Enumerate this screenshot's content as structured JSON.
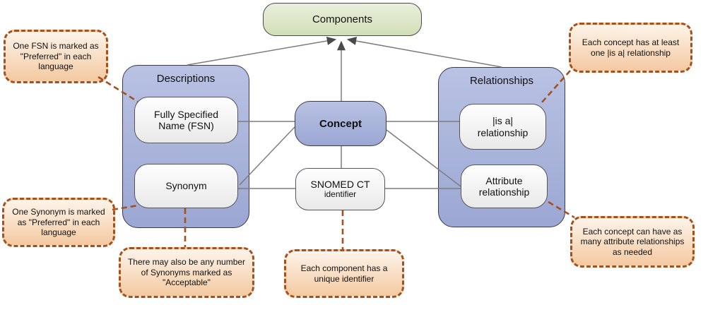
{
  "nodes": {
    "components": "Components",
    "descriptions": "Descriptions",
    "fsn": "Fully Specified Name (FSN)",
    "synonym": "Synonym",
    "concept": "Concept",
    "snomed_line1": "SNOMED CT",
    "snomed_line2": "identifier",
    "relationships": "Relationships",
    "is_a": "|is a| relationship",
    "attribute": "Attribute relationship"
  },
  "callouts": {
    "fsn_note": "One FSN is marked as \"Preferred\" in each language",
    "synonym_preferred_note": "One Synonym is marked as \"Preferred\" in each language",
    "synonym_acceptable_note": "There may also be any number of Synonyms marked as \"Acceptable\"",
    "identifier_note": "Each component has a unique identifier",
    "is_a_note": "Each concept has at least one |is a| relationship",
    "attribute_note": "Each concept can have as many attribute relationships as needed"
  },
  "edges": [
    {
      "from": "descriptions",
      "to": "components",
      "style": "arrow"
    },
    {
      "from": "concept",
      "to": "components",
      "style": "arrow"
    },
    {
      "from": "relationships",
      "to": "components",
      "style": "arrow"
    },
    {
      "from": "fsn",
      "to": "concept",
      "style": "line"
    },
    {
      "from": "synonym",
      "to": "concept",
      "style": "line"
    },
    {
      "from": "synonym",
      "to": "snomed_identifier",
      "style": "line"
    },
    {
      "from": "concept",
      "to": "snomed_identifier",
      "style": "line"
    },
    {
      "from": "concept",
      "to": "is_a",
      "style": "line"
    },
    {
      "from": "concept",
      "to": "attribute",
      "style": "line"
    },
    {
      "from": "snomed_identifier",
      "to": "attribute",
      "style": "line"
    },
    {
      "from": "fsn_note",
      "to": "fsn",
      "style": "dashed"
    },
    {
      "from": "synonym_preferred_note",
      "to": "synonym",
      "style": "dashed"
    },
    {
      "from": "synonym_acceptable_note",
      "to": "synonym",
      "style": "dashed"
    },
    {
      "from": "identifier_note",
      "to": "snomed_identifier",
      "style": "dashed"
    },
    {
      "from": "is_a_note",
      "to": "is_a",
      "style": "dashed"
    },
    {
      "from": "attribute_note",
      "to": "attribute",
      "style": "dashed"
    }
  ],
  "colors": {
    "group_blue_top": "#b9c2e3",
    "group_blue_bottom": "#9ba7d3",
    "root_green_top": "#e9efdc",
    "root_green_bottom": "#d2dfb6",
    "white_box_bottom": "#e9e9e9",
    "callout_fill_top": "#fdf4ea",
    "callout_fill_bottom": "#f4c9a1",
    "callout_border": "#a4511e",
    "connector_gray": "#7d7d7d",
    "box_border_dark": "#3a3a4c"
  }
}
